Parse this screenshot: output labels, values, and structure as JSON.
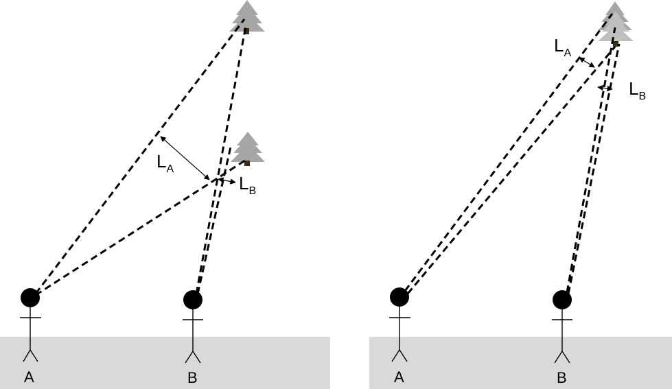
{
  "left_panel": {
    "observer_a": "A",
    "observer_b": "B",
    "parallax_a": {
      "letter": "L",
      "subscript": "A"
    },
    "parallax_b": {
      "letter": "L",
      "subscript": "B"
    }
  },
  "right_panel": {
    "observer_a": "A",
    "observer_b": "B",
    "parallax_a": {
      "letter": "L",
      "subscript": "A"
    },
    "parallax_b": {
      "letter": "L",
      "subscript": "B"
    }
  },
  "colors": {
    "ground": "#d9d9d9",
    "tree": "#a6a6a6",
    "tree_light": "#bfbfbf",
    "trunk": "#3d2b10",
    "ink": "#000000"
  }
}
